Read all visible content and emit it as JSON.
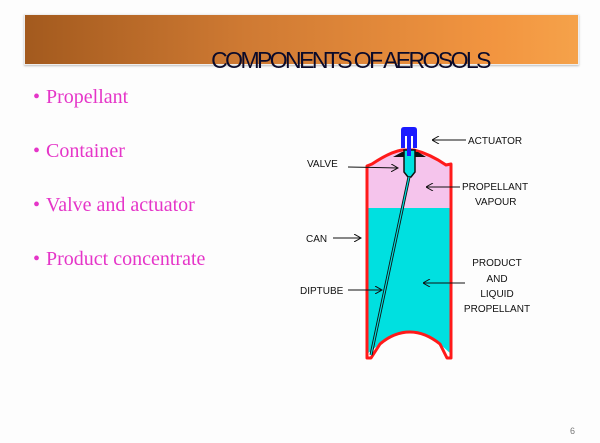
{
  "slide": {
    "title": "COMPONENTS OF AEROSOLS",
    "page_number": "6",
    "bullets": [
      "Propellant",
      "Container",
      "Valve and actuator",
      "Product concentrate"
    ],
    "bullet_symbol": "•"
  },
  "diagram": {
    "labels": {
      "actuator": "ACTUATOR",
      "valve": "VALVE",
      "propellant_vapour_1": "PROPELLANT",
      "propellant_vapour_2": "VAPOUR",
      "can": "CAN",
      "diptube": "DIPTUBE",
      "product_1": "PRODUCT",
      "product_2": "AND",
      "product_3": "LIQUID",
      "product_4": "PROPELLANT"
    },
    "colors": {
      "can": "#ff1a1a",
      "vapour": "#f5c4ec",
      "liquid": "#00e0e0",
      "actuator": "#1a1aff"
    }
  }
}
